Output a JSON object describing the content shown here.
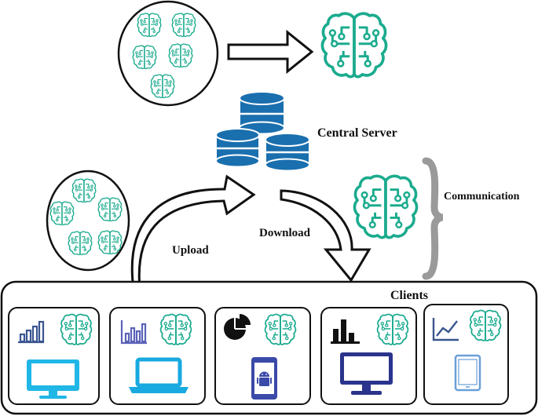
{
  "labels": {
    "central_server": "Central Server",
    "communication": "Communication",
    "upload": "Upload",
    "download": "Download",
    "clients": "Clients"
  },
  "colors": {
    "brain": "#1bab8e",
    "server": "#1a6fae",
    "bracket": "#9a9a9a",
    "outline": "#111111",
    "monitor_cyan": "#20b6e6",
    "laptop_cyan": "#18a9e0",
    "phone_navy": "#3a4aa8",
    "monitor_navy": "#2b348c",
    "tablet_blue": "#6a9fd8",
    "chart_navy": "#3a5590",
    "chart_purple": "#5b62b8"
  },
  "icons": {
    "model": "brain-circuit-icon",
    "server": "database-icon",
    "clients": [
      "bar-chart-icon",
      "bar-chart-icon",
      "pie-chart-icon",
      "bar-chart-icon",
      "line-chart-icon"
    ],
    "devices": [
      "desktop-monitor-icon",
      "laptop-icon",
      "android-phone-icon",
      "desktop-monitor-icon",
      "tablet-icon"
    ]
  }
}
